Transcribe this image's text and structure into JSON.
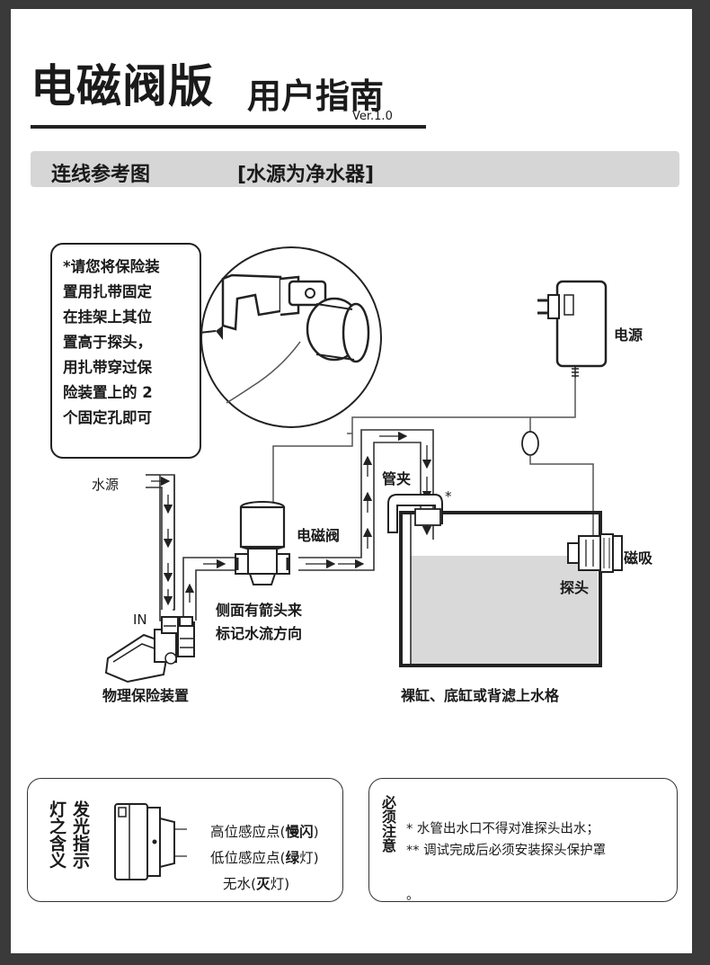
{
  "header": {
    "title_main": "电磁阀版",
    "title_sub": "用户指南",
    "version": "Ver.1.0"
  },
  "section": {
    "title": "连线参考图",
    "subtitle": "[水源为净水器]"
  },
  "note": {
    "lines": [
      "*请您将保险装",
      "置用扎带固定",
      "在挂架上其位",
      "置高于探头，",
      "用扎带穿过保",
      "险装置上的 2",
      "个固定孔即可"
    ]
  },
  "labels": {
    "power": "电源",
    "water_source": "水源",
    "clamp": "管夹",
    "star": "*",
    "solenoid": "电磁阀",
    "magnet": "磁吸",
    "probe": "探头",
    "in": "IN",
    "arrow_note_1": "侧面有箭头来",
    "arrow_note_2": "标记水流方向",
    "safety_device": "物理保险装置",
    "tank_caption": "裸缸、底缸或背滤上水格"
  },
  "legend": {
    "heading_col1": "发光指示",
    "heading_col2": "灯之含义",
    "high": "高位感应点(",
    "high_em": "慢闪",
    "high_end": ")",
    "low": "低位感应点(",
    "low_em": "绿",
    "low_end": "灯)",
    "none": "无水(",
    "none_em": "灭",
    "none_end": "灯)"
  },
  "must": {
    "heading": "必须注意",
    "line1": "*  水管出水口不得对准探头出水；",
    "line2": "** 调试完成后必须安装探头保护罩",
    "tail": "。"
  },
  "colors": {
    "background": "#3a3a3a",
    "page": "#ffffff",
    "section_bar": "#d6d6d6",
    "water": "#d9d9d9",
    "ink": "#1a1a1a"
  },
  "icons": [
    "power-adapter-icon",
    "solenoid-valve-icon",
    "safety-device-icon",
    "probe-icon",
    "clamp-icon",
    "zoom-bracket-icon"
  ]
}
